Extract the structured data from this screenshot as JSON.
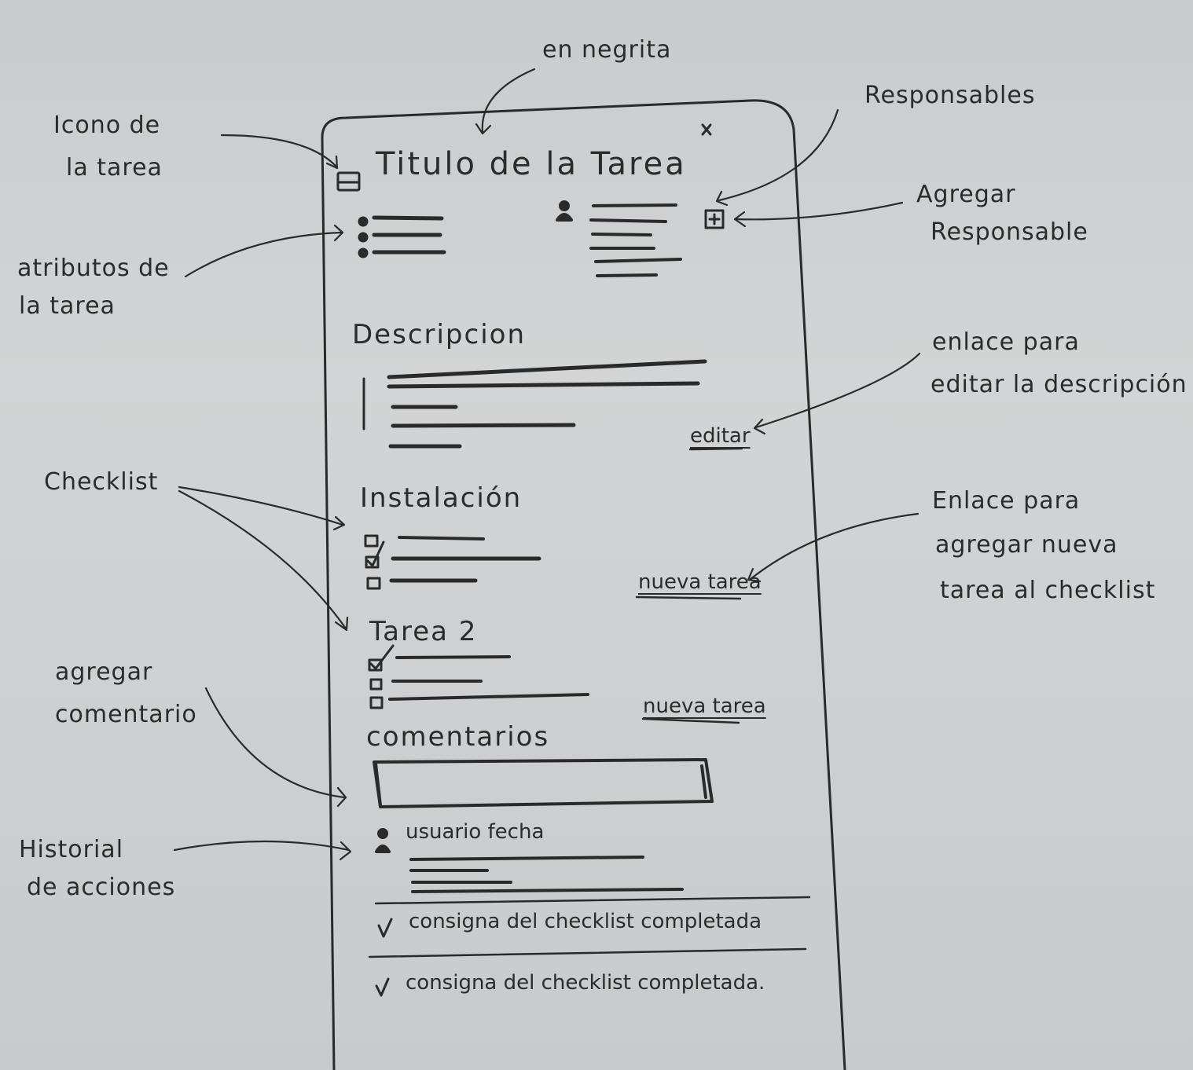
{
  "header": {
    "close_icon": "x-icon",
    "task_icon": "task-icon",
    "title": "Titulo de la Tarea"
  },
  "description": {
    "heading": "Descripcion",
    "edit_link": "editar"
  },
  "checklists": [
    {
      "heading": "Instalación",
      "new_item_link": "nueva tarea"
    },
    {
      "heading": "Tarea 2",
      "new_item_link": "nueva tarea"
    }
  ],
  "comments": {
    "heading": "comentarios",
    "comment_meta": "usuario fecha"
  },
  "history": [
    "consigna del checklist completada",
    "consigna del checklist completada."
  ],
  "annotations": {
    "bold": "en negrita",
    "icon_line1": "Icono de",
    "icon_line2": "la tarea",
    "assignees": "Responsables",
    "add_assignee_line1": "Agregar",
    "add_assignee_line2": "Responsable",
    "attributes_line1": "atributos de",
    "attributes_line2": "la tarea",
    "edit_desc_line1": "enlace para",
    "edit_desc_line2": "editar la descripción",
    "checklist": "Checklist",
    "new_task_line1": "Enlace para",
    "new_task_line2": "agregar nueva",
    "new_task_line3": "tarea al checklist",
    "add_comment_line1": "agregar",
    "add_comment_line2": "comentario",
    "history_line1": "Historial",
    "history_line2": "de acciones"
  }
}
